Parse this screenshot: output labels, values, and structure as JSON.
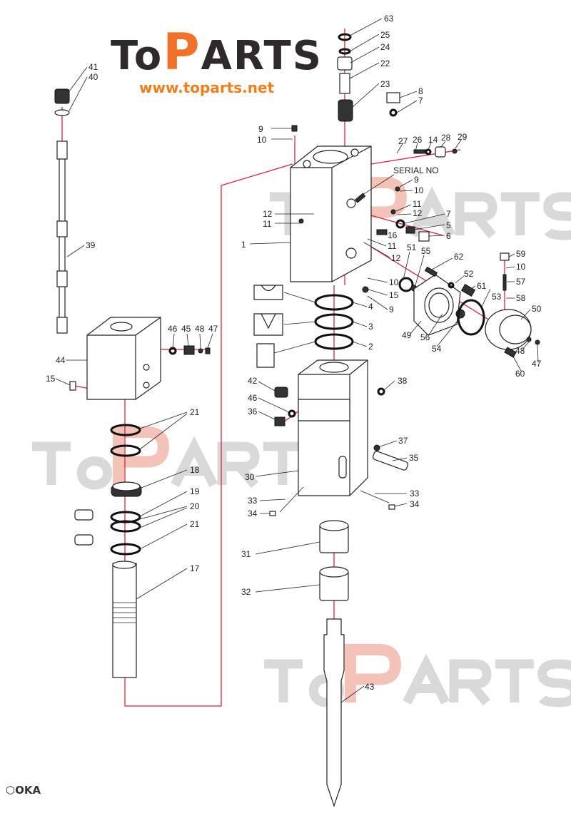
{
  "logo": {
    "brand": "TOPARTS",
    "brand_prefix": "To",
    "brand_p": "P",
    "brand_suffix": "ARTS",
    "url": "www.toparts.net"
  },
  "watermark": {
    "prefix": "To",
    "p": "P",
    "suffix": "ARTS"
  },
  "footer_mark": "OKA",
  "serial_label": "SERIAL NO",
  "labels": [
    "63",
    "25",
    "24",
    "22",
    "23",
    "8",
    "7",
    "9",
    "10",
    "27",
    "26",
    "14",
    "28",
    "29",
    "9",
    "10",
    "11",
    "12",
    "7",
    "5",
    "6",
    "16",
    "11",
    "12",
    "1",
    "12",
    "11",
    "51",
    "55",
    "62",
    "59",
    "10",
    "57",
    "58",
    "52",
    "61",
    "53",
    "50",
    "10",
    "15",
    "9",
    "4",
    "3",
    "2",
    "49",
    "56",
    "54",
    "48",
    "47",
    "60",
    "41",
    "40",
    "39",
    "44",
    "46",
    "45",
    "48",
    "47",
    "15",
    "21",
    "18",
    "19",
    "20",
    "21",
    "17",
    "42",
    "38",
    "46",
    "36",
    "37",
    "35",
    "30",
    "33",
    "34",
    "33",
    "34",
    "31",
    "32",
    "43"
  ],
  "colors": {
    "leader_red": "#d8283a",
    "brand_orange": "#f07127",
    "brand_dark": "#2f2a2a"
  }
}
